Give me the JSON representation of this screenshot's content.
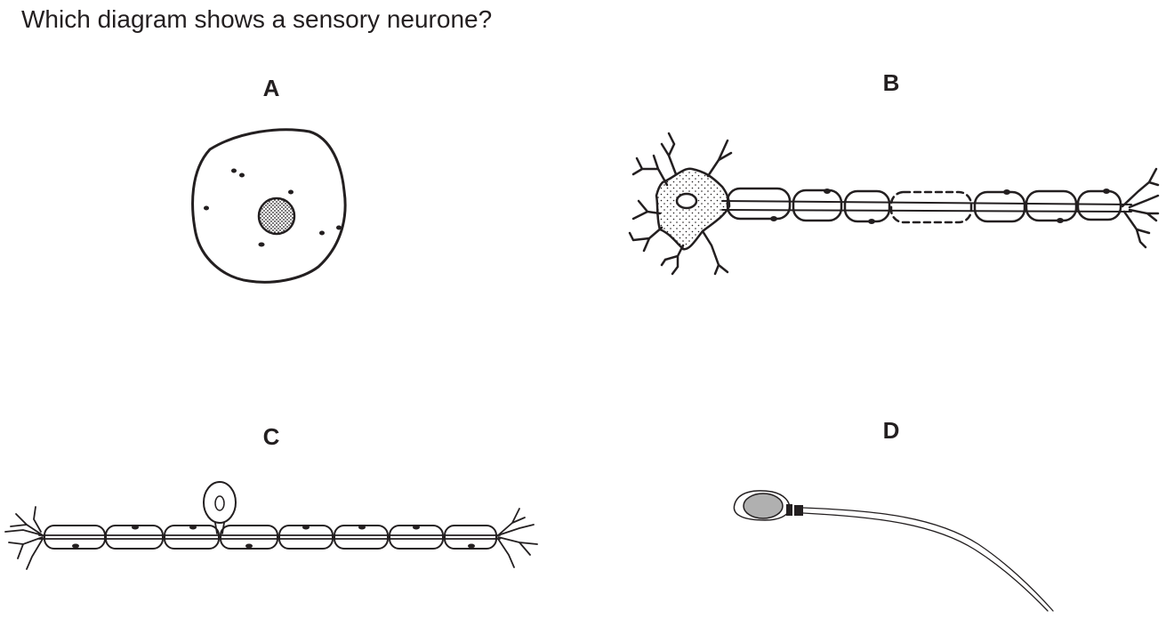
{
  "question": "Which diagram shows a sensory neurone?",
  "options": [
    {
      "label": "A",
      "depicts": "round-cell-icon"
    },
    {
      "label": "B",
      "depicts": "motor-neurone-icon"
    },
    {
      "label": "C",
      "depicts": "sensory-neurone-icon"
    },
    {
      "label": "D",
      "depicts": "sperm-cell-icon"
    }
  ],
  "colors": {
    "ink": "#231f20",
    "fill_grey": "#b0b0b0",
    "background": "#ffffff"
  }
}
